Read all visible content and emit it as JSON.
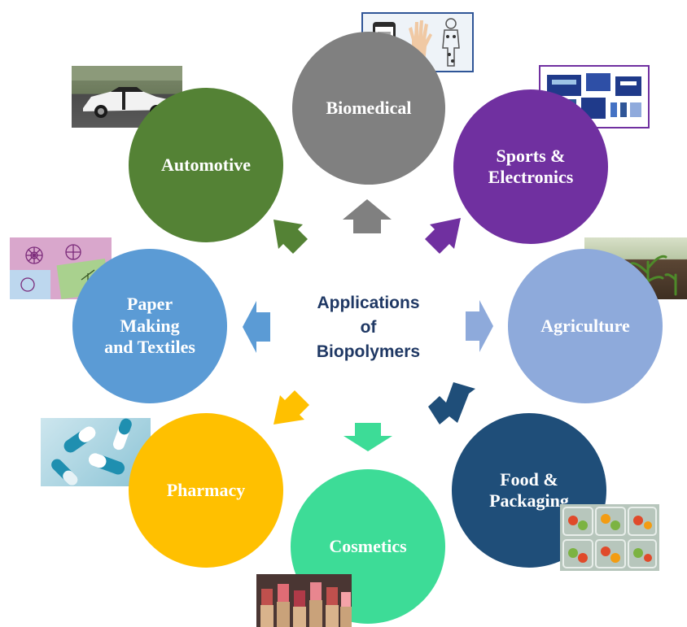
{
  "center": {
    "title": "Applications\nof\nBiopolymers"
  },
  "nodes": [
    {
      "label": "Biomedical",
      "color": "#808080",
      "image": "medical-devices-image"
    },
    {
      "label": "Sports &\nElectronics",
      "color": "#7030a0",
      "image": "batteries-image"
    },
    {
      "label": "Agriculture",
      "color": "#8eaadb",
      "image": "crop-seedlings-image"
    },
    {
      "label": "Food &\nPackaging",
      "color": "#1f4e79",
      "image": "packaged-vegetables-image"
    },
    {
      "label": "Cosmetics",
      "color": "#3ddc97",
      "image": "lipsticks-image"
    },
    {
      "label": "Pharmacy",
      "color": "#ffc000",
      "image": "capsules-image"
    },
    {
      "label": "Paper\nMaking\nand Textiles",
      "color": "#5b9bd5",
      "image": "fabric-image"
    },
    {
      "label": "Automotive",
      "color": "#548235",
      "image": "sports-car-image"
    }
  ]
}
